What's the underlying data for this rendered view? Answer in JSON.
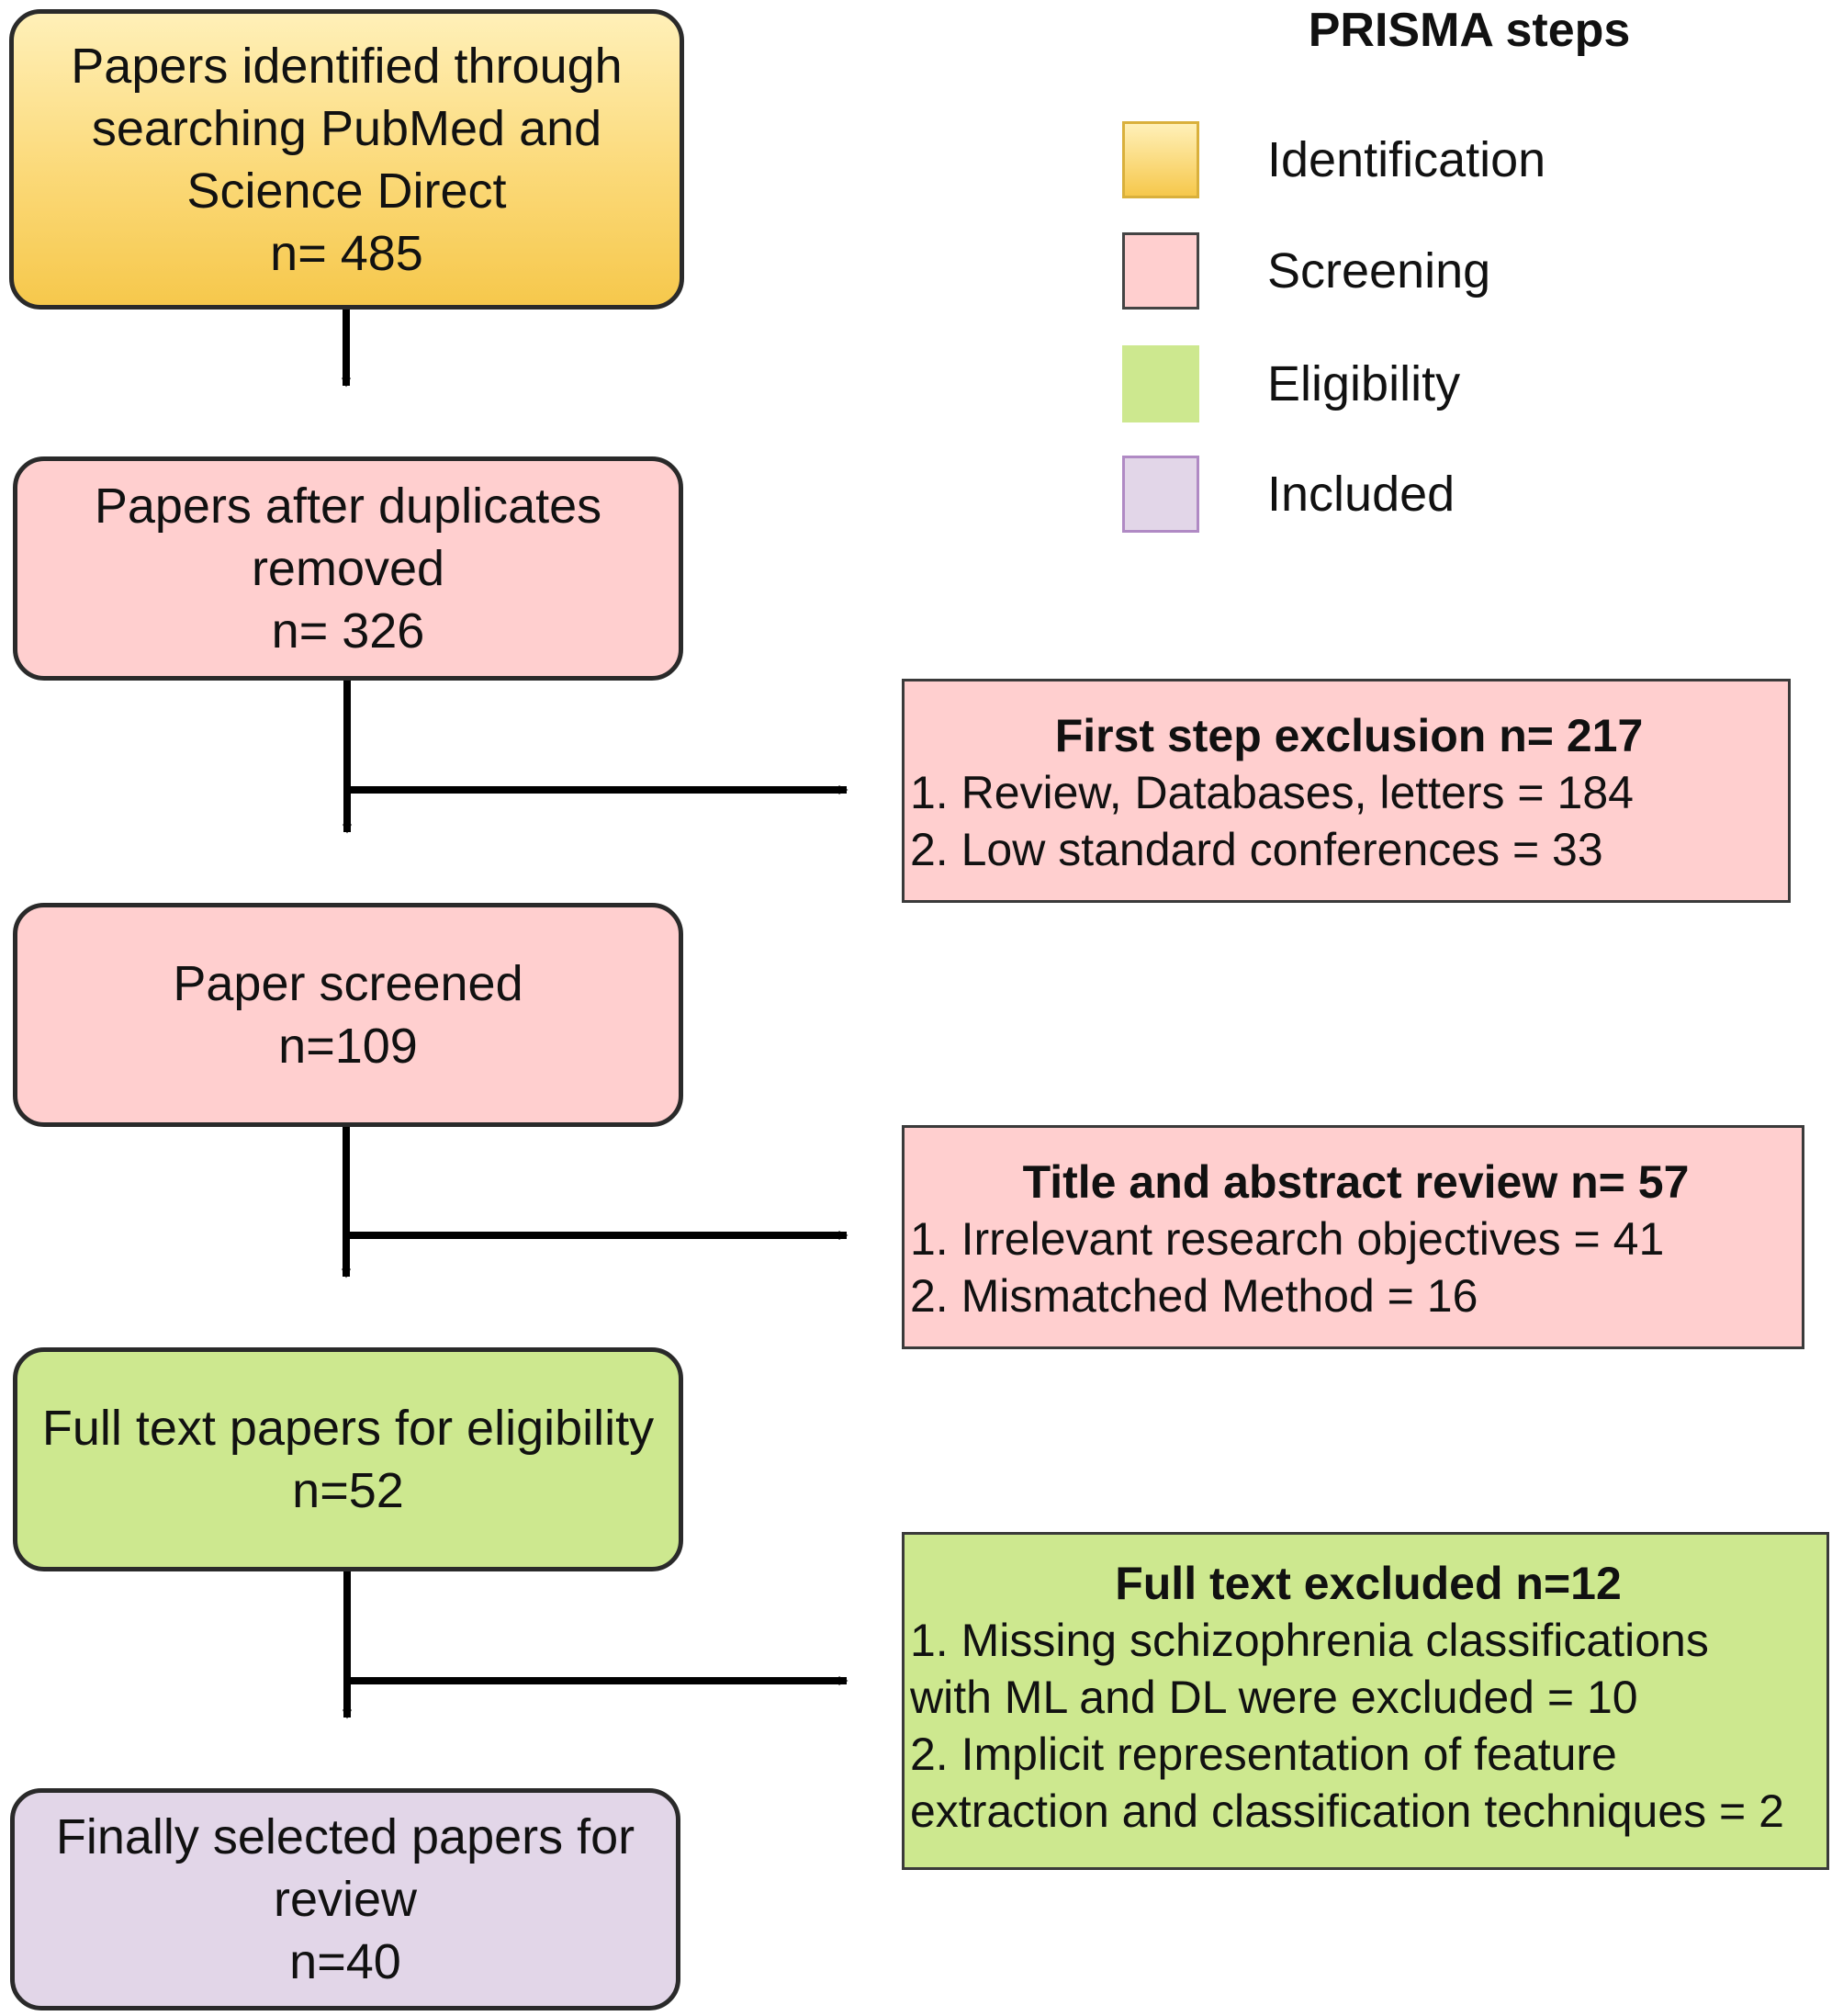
{
  "flow": {
    "identification": {
      "lines": [
        "Papers identified through",
        "searching PubMed and",
        "Science Direct",
        "n= 485"
      ],
      "color": "#f6c84c"
    },
    "duplicates": {
      "lines": [
        "Papers after duplicates",
        "removed",
        "n= 326"
      ],
      "color": "#ffcfcf"
    },
    "screened": {
      "lines": [
        "Paper screened",
        "n=109"
      ],
      "color": "#ffcfcf"
    },
    "eligibility": {
      "lines": [
        "Full text papers for eligibility",
        "n=52"
      ],
      "color": "#cde88f"
    },
    "included": {
      "lines": [
        "Finally selected papers for",
        "review",
        "n=40"
      ],
      "color": "#e2d6e8"
    }
  },
  "exclusions": {
    "first_step": {
      "title": "First step exclusion n= 217",
      "items": [
        "1. Review, Databases, letters = 184",
        "2. Low standard conferences = 33"
      ]
    },
    "title_abstract": {
      "title": "Title and abstract review n= 57",
      "items": [
        "1. Irrelevant research objectives = 41",
        "2. Mismatched Method = 16"
      ]
    },
    "full_text": {
      "title": "Full text excluded n=12",
      "items": [
        "1. Missing schizophrenia classifications",
        "with ML and DL were excluded = 10",
        "2. Implicit representation of feature",
        "extraction and classification techniques = 2"
      ]
    }
  },
  "legend": {
    "title": "PRISMA steps",
    "items": [
      {
        "label": "Identification",
        "color": "#f6c84c"
      },
      {
        "label": "Screening",
        "color": "#ffcfcf"
      },
      {
        "label": "Eligibility",
        "color": "#cde88f"
      },
      {
        "label": "Included",
        "color": "#e2d6e8"
      }
    ]
  }
}
